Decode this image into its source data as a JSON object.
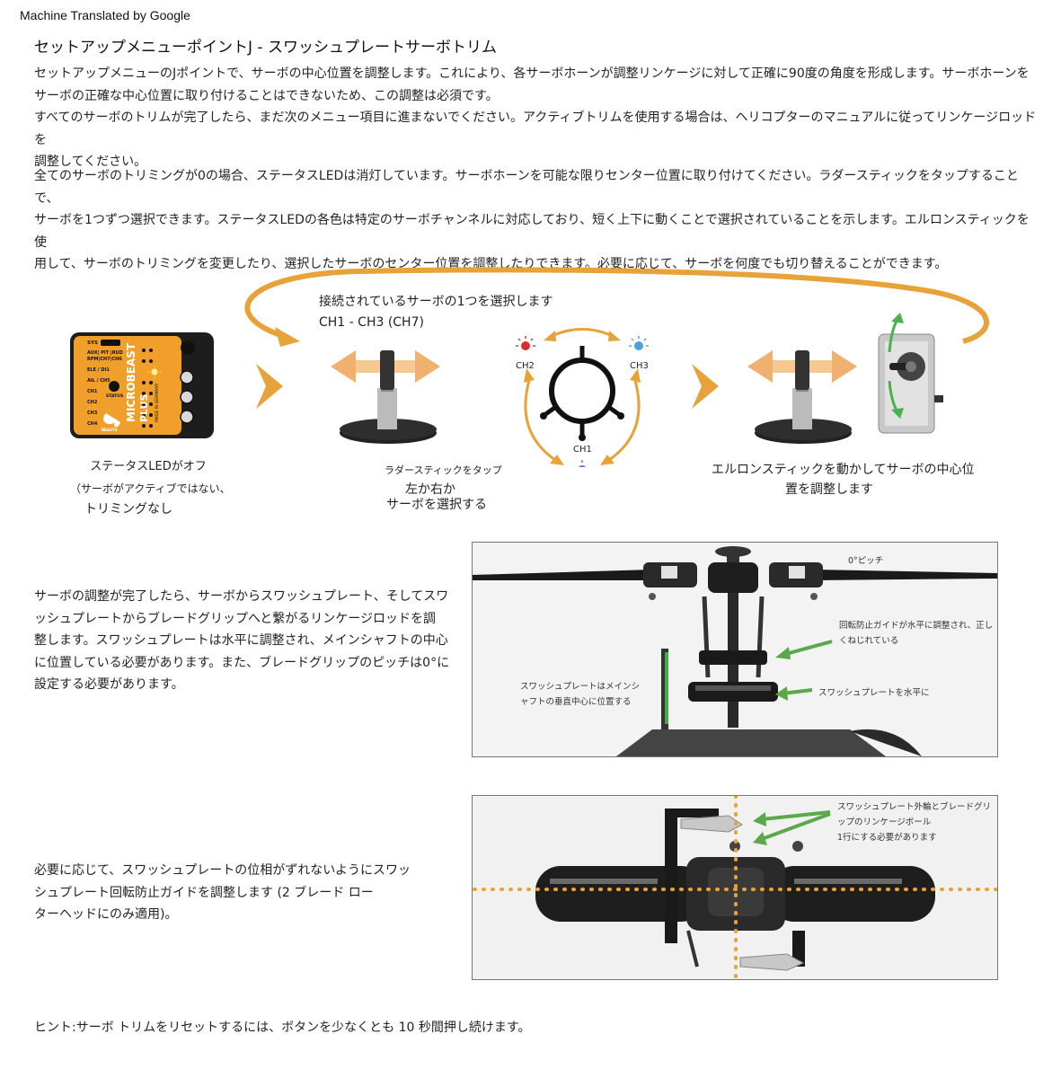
{
  "header": {
    "banner": "Machine Translated by Google",
    "title": "セットアップメニューポイントJ - スワッシュプレートサーボトリム"
  },
  "intro": {
    "p1_line1": "セットアップメニューのJポイントで、サーボの中心位置を調整します。これにより、各サーボホーンが調整リンケージに対して正確に90度の角度を形成します。サーボホーンを",
    "p1_line2": "サーボの正確な中心位置に取り付けることはできないため、この調整は必須です。",
    "p1_line3": "すべてのサーボのトリムが完了したら、まだ次のメニュー項目に進まないでください。アクティブトリムを使用する場合は、ヘリコプターのマニュアルに従ってリンケージロッドを",
    "p1_line4": "調整してください。",
    "p2_line1": "全てのサーボのトリミングが0の場合、ステータスLEDは消灯しています。サーボホーンを可能な限りセンター位置に取り付けてください。ラダースティックをタップすることで、",
    "p2_line2": "サーボを1つずつ選択できます。ステータスLEDの各色は特定のサーボチャンネルに対応しており、短く上下に動くことで選択されていることを示します。エルロンスティックを使",
    "p2_line3": "用して、サーボのトリミングを変更したり、選択したサーボのセンター位置を調整したりできます。必要に応じて、サーボを何度でも切り替えることができます。"
  },
  "diagram": {
    "select_label": "接続されているサーボの1つを選択します",
    "channel_range": "CH1 - CH3 (CH7)",
    "ch1": "CH1",
    "ch2": "CH2",
    "ch3": "CH3",
    "device": {
      "rows": [
        "SYS",
        "AUX| PIT |RUD",
        "RPM|CH7|CH6",
        "ELE / DI1",
        "AIL / CH5",
        "CH1",
        "CH2",
        "CH3",
        "CH4"
      ],
      "status": "STATUS",
      "brand": "MICROBEAST",
      "brand2": "PLUS",
      "made": "MADE IN GERMANY",
      "logo": "BEASTX"
    },
    "cap_led_1": "ステータスLEDがオフ",
    "cap_led_2": "（サーボがアクティブではない、",
    "cap_led_3": "トリミングなし",
    "cap_rudder_1": "ラダースティックをタップ",
    "cap_rudder_2": "左か右か",
    "cap_rudder_3": "サーボを選択する",
    "cap_aileron_1": "エルロンスティックを動かしてサーボの中心位",
    "cap_aileron_2": "置を調整します",
    "colors": {
      "orange": "#e8a23a",
      "ch1": "#9b59b6",
      "ch2": "#d63031",
      "ch3": "#4aa3df"
    }
  },
  "section2": {
    "text_line1": "サーボの調整が完了したら、サーボからスワッシュプレート、そしてスワ",
    "text_line2": "ッシュプレートからブレードグリップへと繋がるリンケージロッドを調",
    "text_line3": "整します。スワッシュプレートは水平に調整され、メインシャフトの中心",
    "text_line4": "に位置している必要があります。また、ブレードグリップのピッチは0°に",
    "text_line5": "設定する必要があります。",
    "label_pitch": "0°ピッチ",
    "label_guide_1": "回転防止ガイドが水平に調整され、正し",
    "label_guide_2": "くねじれている",
    "label_center_1": "スワッシュプレートはメインシ",
    "label_center_2": "ャフトの垂直中心に位置する",
    "label_level": "スワッシュプレートを水平に"
  },
  "section3": {
    "text_line1": "必要に応じて、スワッシュプレートの位相がずれないようにスワッ",
    "text_line2": "シュプレート回転防止ガイドを調整します (2 ブレード ロー",
    "text_line3": "ターヘッドにのみ適用)。",
    "label_1": "スワッシュプレート外輪とブレードグリ",
    "label_2": "ップのリンケージボール",
    "label_3": "1行にする必要があります"
  },
  "footer": {
    "hint": "ヒント:サーボ トリムをリセットするには、ボタンを少なくとも 10 秒間押し続けます。"
  }
}
